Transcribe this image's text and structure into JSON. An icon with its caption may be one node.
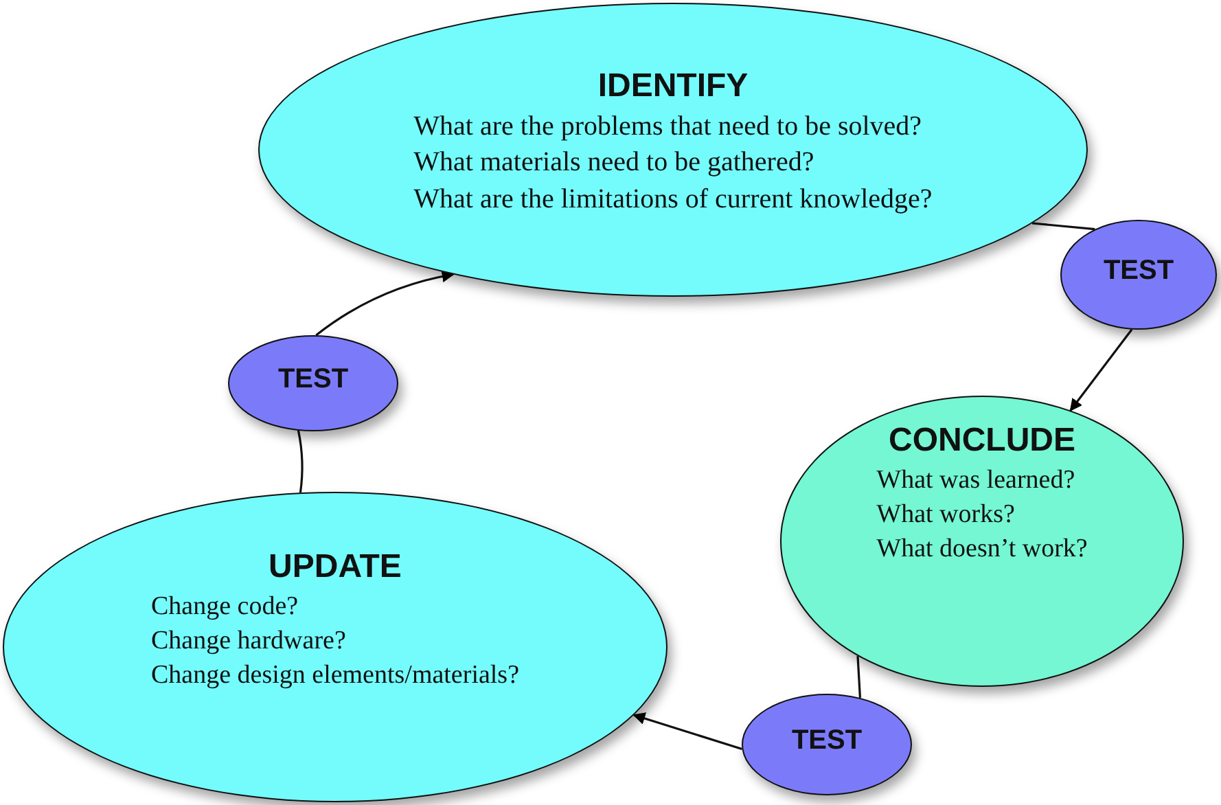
{
  "diagram": {
    "nodes": [
      {
        "text": [
          "IDENTIFY",
          "What are the problems that need to be solved?",
          "What materials need to be gathered?",
          "What are the limitations of current knowledge?"
        ]
      },
      {
        "text": [
          "TEST"
        ]
      },
      {
        "text": [
          "CONCLUDE",
          "What was learned?",
          "What works?",
          "What doesn’t work?"
        ]
      },
      {
        "text": [
          "TEST"
        ]
      },
      {
        "text": [
          "UPDATE",
          "Change code?",
          "Change hardware?",
          "Change design elements/materials?"
        ]
      },
      {
        "text": [
          "TEST"
        ]
      }
    ],
    "edges": [
      {
        "from": 0,
        "to": 1,
        "arrow": "none"
      },
      {
        "from": 1,
        "to": 2,
        "arrow": "to"
      },
      {
        "from": 2,
        "to": 3,
        "arrow": "none"
      },
      {
        "from": 3,
        "to": 4,
        "arrow": "to"
      },
      {
        "from": 4,
        "to": 5,
        "arrow": "none"
      },
      {
        "from": 5,
        "to": 0,
        "arrow": "to"
      }
    ]
  }
}
